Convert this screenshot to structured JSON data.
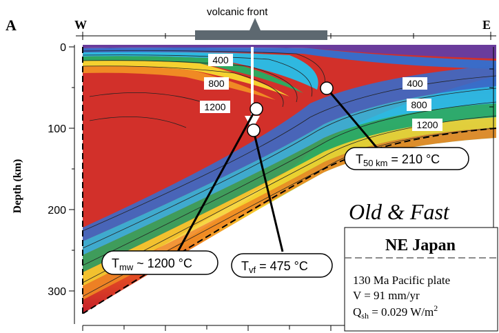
{
  "panel_letter": "A",
  "direction_west": "W",
  "direction_east": "E",
  "volcanic_front_label": "volcanic front",
  "y_axis_label": "Depth (km)",
  "y_ticks": [
    "0",
    "100",
    "200",
    "300"
  ],
  "contours_mantle": [
    "400",
    "800",
    "1200"
  ],
  "contours_slab": [
    "400",
    "800",
    "1200"
  ],
  "callouts": {
    "t50": {
      "label": "T",
      "sub": "50 km",
      "rest": " = 210 °C"
    },
    "tmw": {
      "label": "T",
      "sub": "mw",
      "rest": " ~ 1200 °C"
    },
    "tvf": {
      "label": "T",
      "sub": "vf",
      "rest": " = 475 °C"
    }
  },
  "title": "Old & Fast",
  "info_box": {
    "heading": "NE Japan",
    "line1": "130 Ma Pacific plate",
    "line2": "V = 91 mm/yr",
    "line3_label": "Q",
    "line3_sub": "sh",
    "line3_rest": " = 0.029 W/m",
    "line3_sup": "2"
  },
  "colors": {
    "hot": "#d2302a",
    "orange": "#f08a24",
    "yellow": "#f5d130",
    "green": "#2fa860",
    "cyan": "#2fb8e0",
    "blue": "#3a6cc8",
    "purple": "#6a3c9c",
    "volcanic_bar": "#5d6870"
  }
}
